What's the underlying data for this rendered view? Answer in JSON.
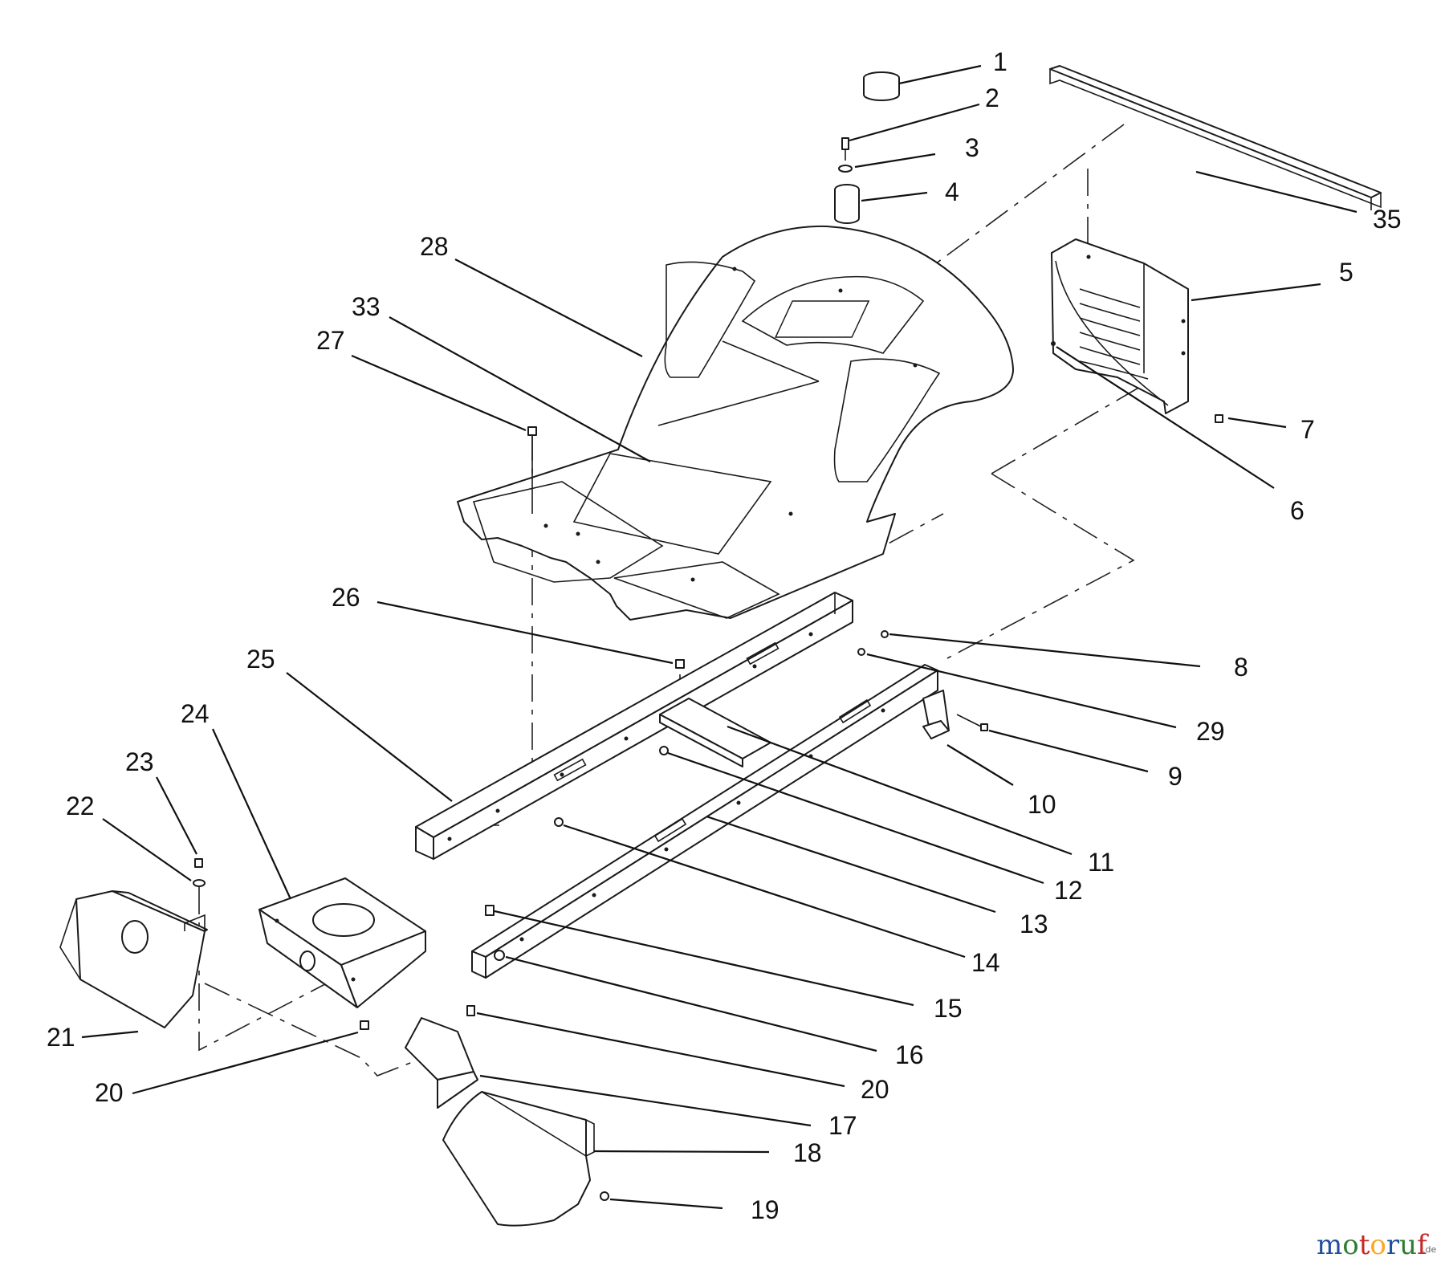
{
  "diagram": {
    "callouts": [
      {
        "id": "1",
        "text": "1"
      },
      {
        "id": "2",
        "text": "2"
      },
      {
        "id": "3",
        "text": "3"
      },
      {
        "id": "4",
        "text": "4"
      },
      {
        "id": "35",
        "text": "35"
      },
      {
        "id": "5",
        "text": "5"
      },
      {
        "id": "7",
        "text": "7"
      },
      {
        "id": "6",
        "text": "6"
      },
      {
        "id": "28",
        "text": "28"
      },
      {
        "id": "33",
        "text": "33"
      },
      {
        "id": "27",
        "text": "27"
      },
      {
        "id": "26",
        "text": "26"
      },
      {
        "id": "25",
        "text": "25"
      },
      {
        "id": "24",
        "text": "24"
      },
      {
        "id": "23",
        "text": "23"
      },
      {
        "id": "22",
        "text": "22"
      },
      {
        "id": "21",
        "text": "21"
      },
      {
        "id": "20a",
        "text": "20"
      },
      {
        "id": "8",
        "text": "8"
      },
      {
        "id": "29",
        "text": "29"
      },
      {
        "id": "9",
        "text": "9"
      },
      {
        "id": "10",
        "text": "10"
      },
      {
        "id": "11",
        "text": "11"
      },
      {
        "id": "12",
        "text": "12"
      },
      {
        "id": "13",
        "text": "13"
      },
      {
        "id": "14",
        "text": "14"
      },
      {
        "id": "15",
        "text": "15"
      },
      {
        "id": "16",
        "text": "16"
      },
      {
        "id": "20b",
        "text": "20"
      },
      {
        "id": "17",
        "text": "17"
      },
      {
        "id": "18",
        "text": "18"
      },
      {
        "id": "19",
        "text": "19"
      }
    ]
  },
  "watermark": {
    "letters": [
      {
        "ch": "m",
        "color": "#1f4e9c"
      },
      {
        "ch": "o",
        "color": "#2f7d32"
      },
      {
        "ch": "t",
        "color": "#c62828"
      },
      {
        "ch": "o",
        "color": "#f9a825"
      },
      {
        "ch": "r",
        "color": "#1f4e9c"
      },
      {
        "ch": "u",
        "color": "#2f7d32"
      },
      {
        "ch": "f",
        "color": "#c62828"
      }
    ],
    "suffix": ".de"
  }
}
